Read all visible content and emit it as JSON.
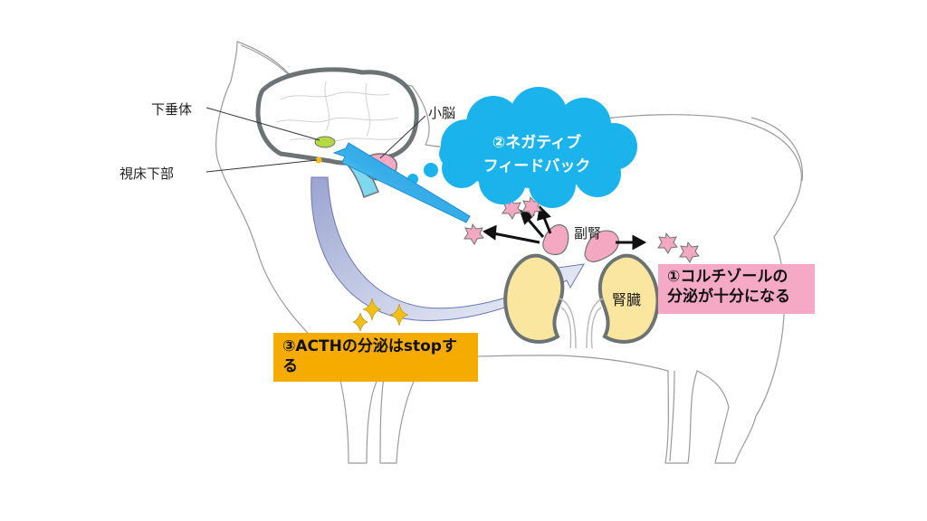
{
  "labels": {
    "pituitary": "下垂体",
    "hypothalamus": "視床下部",
    "cerebellum": "小脳",
    "adrenal": "副腎",
    "kidney": "腎臓"
  },
  "cloud": {
    "line1": "②ネガティブ",
    "line2": "フィードバック"
  },
  "box1": {
    "line1": "①コルチゾールの",
    "line2": "分泌が十分になる"
  },
  "box3": {
    "line1": "③ACTHの分泌はstopす",
    "line2": "る"
  },
  "colors": {
    "cloud": "#1ab3ec",
    "box1": "#f6a9c4",
    "box3": "#f6ab00",
    "adrenal": "#f5a8c1",
    "kidney": "#fbe6a0",
    "sparkle": "#f2bf16",
    "brain_outline": "#6b7373",
    "arrow_blue": "#2aa5e3"
  }
}
